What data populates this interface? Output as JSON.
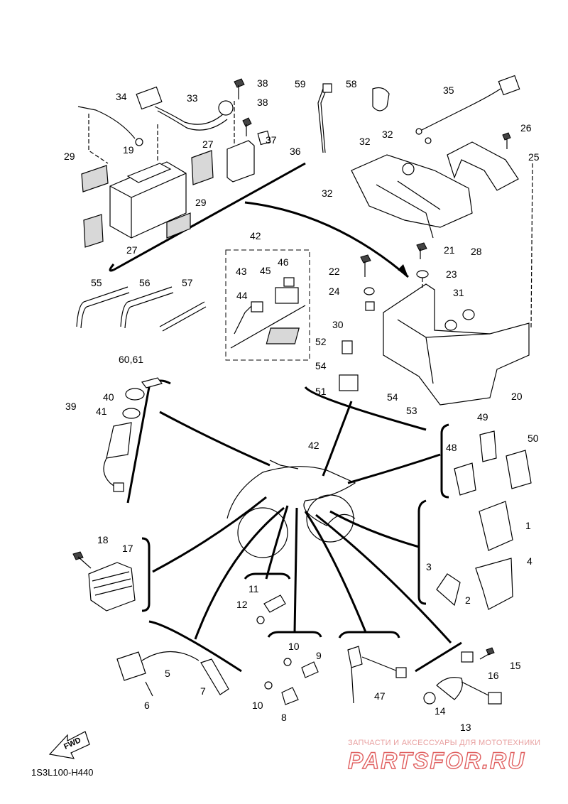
{
  "diagram_code": "1S3L100-H440",
  "fwd_label": "FWD",
  "watermark": {
    "top": "ЗАПЧАСТИ И АКСЕССУАРЫ ДЛЯ МОТОТЕХНИКИ",
    "logo": "PARTSFOR.RU"
  },
  "callouts": [
    "1",
    "2",
    "3",
    "4",
    "5",
    "6",
    "7",
    "8",
    "9",
    "10",
    "10",
    "11",
    "12",
    "13",
    "14",
    "15",
    "16",
    "17",
    "18",
    "19",
    "20",
    "21",
    "22",
    "23",
    "24",
    "25",
    "26",
    "27",
    "27",
    "28",
    "29",
    "29",
    "30",
    "31",
    "32",
    "32",
    "32",
    "33",
    "34",
    "35",
    "36",
    "37",
    "38",
    "38",
    "39",
    "40",
    "41",
    "42",
    "42",
    "43",
    "44",
    "45",
    "46",
    "47",
    "48",
    "49",
    "50",
    "51",
    "52",
    "53",
    "54",
    "54",
    "55",
    "56",
    "57",
    "58",
    "59",
    "60,61"
  ]
}
